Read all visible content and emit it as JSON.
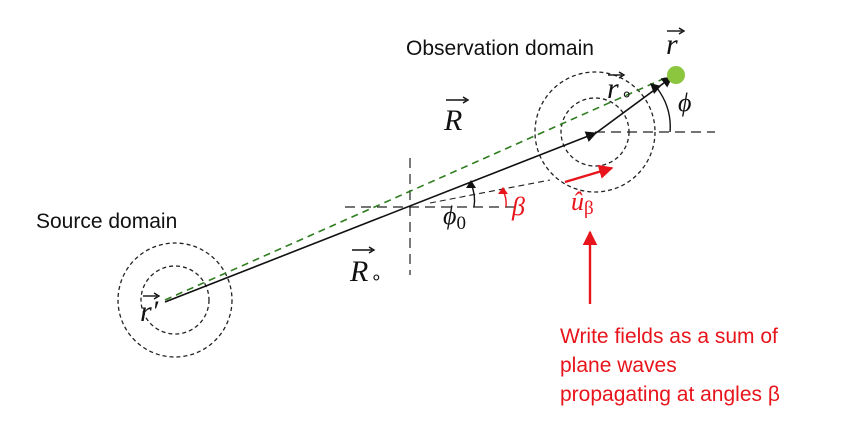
{
  "labels": {
    "observation_domain": "Observation domain",
    "source_domain": "Source domain",
    "r_vec": "r",
    "r_obs_vec": "r",
    "r_obs_sub": "∘",
    "phi": "ϕ",
    "R_vec": "R",
    "R0_vec": "R",
    "R0_sub": "∘",
    "phi0": "ϕ",
    "phi0_sub": "0",
    "beta": "β",
    "u_hat": "û",
    "u_hat_sub": "β",
    "r_prime": "r′"
  },
  "annotation": {
    "lines": [
      "Write fields as a sum of",
      "plane waves",
      "propagating at angles β"
    ]
  },
  "colors": {
    "black": "#111111",
    "red": "#e8141b",
    "green_dashed": "#2e7d1e",
    "observation_point": "#8cc63f"
  }
}
